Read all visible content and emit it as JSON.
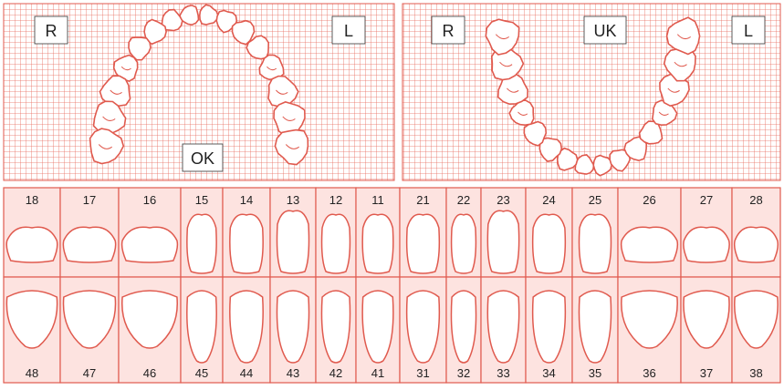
{
  "colors": {
    "line": "#e05a4e",
    "fill": "#fde3e0",
    "grid": "#e86a5e",
    "tooth": "#ffffff",
    "text": "#222222"
  },
  "occlusal_upper": {
    "label_right": "R",
    "label_left": "L",
    "label_jaw": "OK"
  },
  "occlusal_lower": {
    "label_right": "R",
    "label_left": "L",
    "label_jaw": "UK"
  },
  "upper_teeth": [
    "18",
    "17",
    "16",
    "15",
    "14",
    "13",
    "12",
    "11",
    "21",
    "22",
    "23",
    "24",
    "25",
    "26",
    "27",
    "28"
  ],
  "lower_teeth": [
    "48",
    "47",
    "46",
    "45",
    "44",
    "43",
    "42",
    "41",
    "31",
    "32",
    "33",
    "34",
    "35",
    "36",
    "37",
    "38"
  ]
}
